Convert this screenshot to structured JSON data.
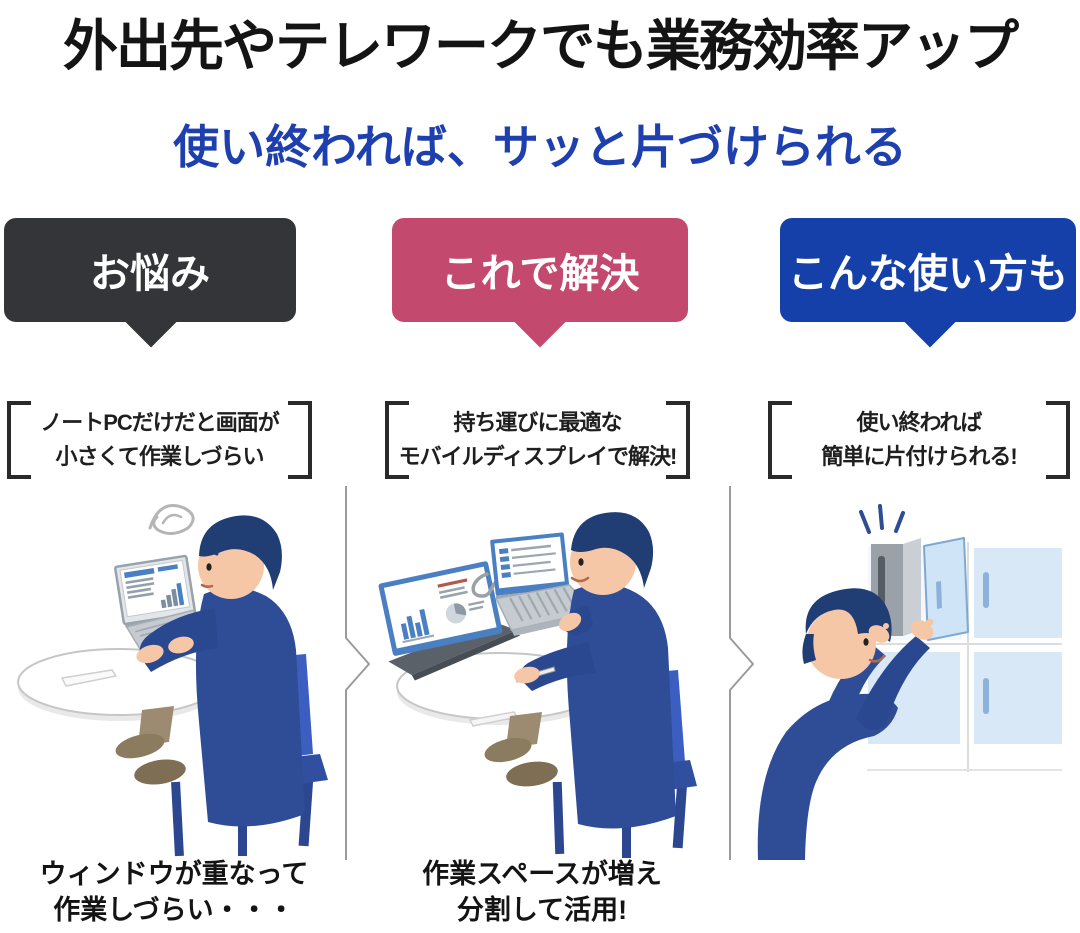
{
  "header": {
    "title": "外出先やテレワークでも業務効率アップ",
    "subtitle": "使い終われば、サッと片づけられる"
  },
  "colors": {
    "title_text": "#141414",
    "subtitle_text": "#1e3fae",
    "bubble_problem": "#333538",
    "bubble_solution": "#c4496f",
    "bubble_usage": "#1640a9",
    "suit_navy": "#2e4d96",
    "chair_blue": "#3c5ec1",
    "screen_blue": "#4a80c2",
    "cabinet_blue": "#d9e8f6"
  },
  "columns": [
    {
      "bubble": {
        "label": "お悩み",
        "color": "#333538"
      },
      "note": {
        "line1": "ノートPCだけだと画面が",
        "line2": "小さくて作業しづらい"
      },
      "caption": {
        "line1": "ウィンドウが重なって",
        "line2": "作業しづらい・・・"
      },
      "illustration": "frustrated-man-small-laptop-screen"
    },
    {
      "bubble": {
        "label": "これで解決",
        "color": "#c4496f"
      },
      "note": {
        "line1": "持ち運びに最適な",
        "line2": "モバイルディスプレイで解決!"
      },
      "caption": {
        "line1": "作業スペースが増え",
        "line2": "分割して活用!"
      },
      "illustration": "man-with-laptop-and-mobile-display"
    },
    {
      "bubble": {
        "label": "こんな使い方も",
        "color": "#1640a9"
      },
      "note": {
        "line1": "使い終われば",
        "line2": "簡単に片付けられる!"
      },
      "illustration": "man-storing-display-in-shelf"
    }
  ]
}
